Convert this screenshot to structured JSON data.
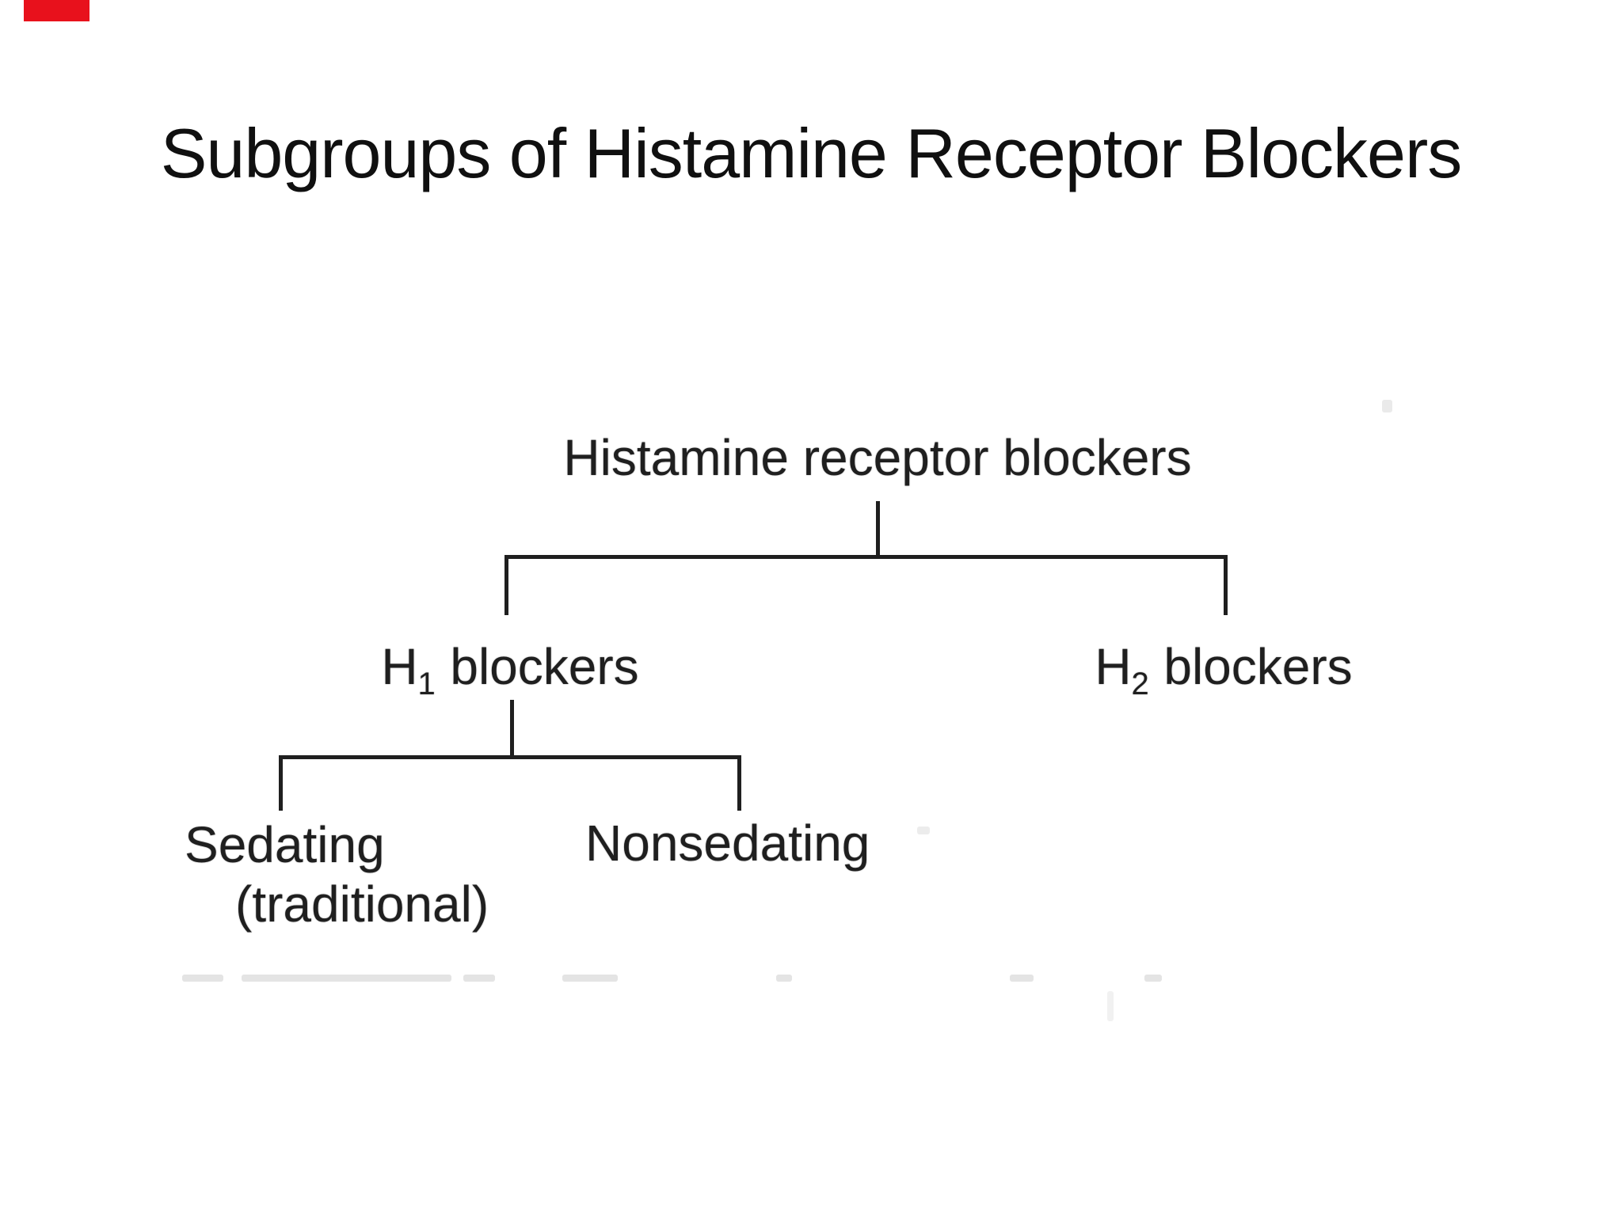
{
  "title": "Subgroups of Histamine Receptor Blockers",
  "diagram": {
    "root_label": "Histamine receptor blockers",
    "h1_base": "H",
    "h1_sub": "1",
    "h1_rest": "blockers",
    "h2_base": "H",
    "h2_sub": "2",
    "h2_rest": "blockers",
    "sedating": "Sedating",
    "sedating_qualifier": "(traditional)",
    "nonsedating": "Nonsedating"
  },
  "colors": {
    "red_mark": "#e8111c",
    "title_ink": "#101010",
    "ink": "#1f1f1f",
    "artifact_gray": "#d9d9d9",
    "faint_gray": "#e4e4e4"
  }
}
